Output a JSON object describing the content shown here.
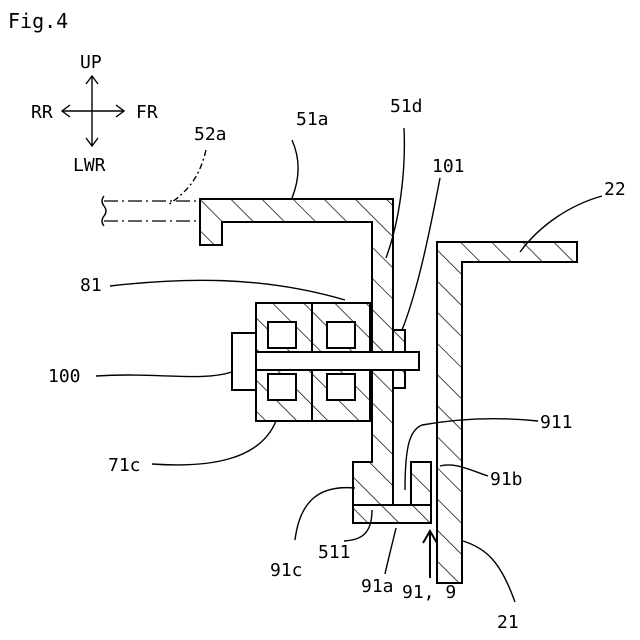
{
  "figure_title": "Fig.4",
  "directions": {
    "up": "UP",
    "down": "LWR",
    "rear": "RR",
    "front": "FR"
  },
  "labels": {
    "l52a": "52a",
    "l51a": "51a",
    "l51d": "51d",
    "l101": "101",
    "l22": "22",
    "l81": "81",
    "l100": "100",
    "l911": "911",
    "l71c": "71c",
    "l91b": "91b",
    "l91c": "91c",
    "l511": "511",
    "l91a": "91a",
    "l919": "91, 9",
    "l21": "21"
  }
}
